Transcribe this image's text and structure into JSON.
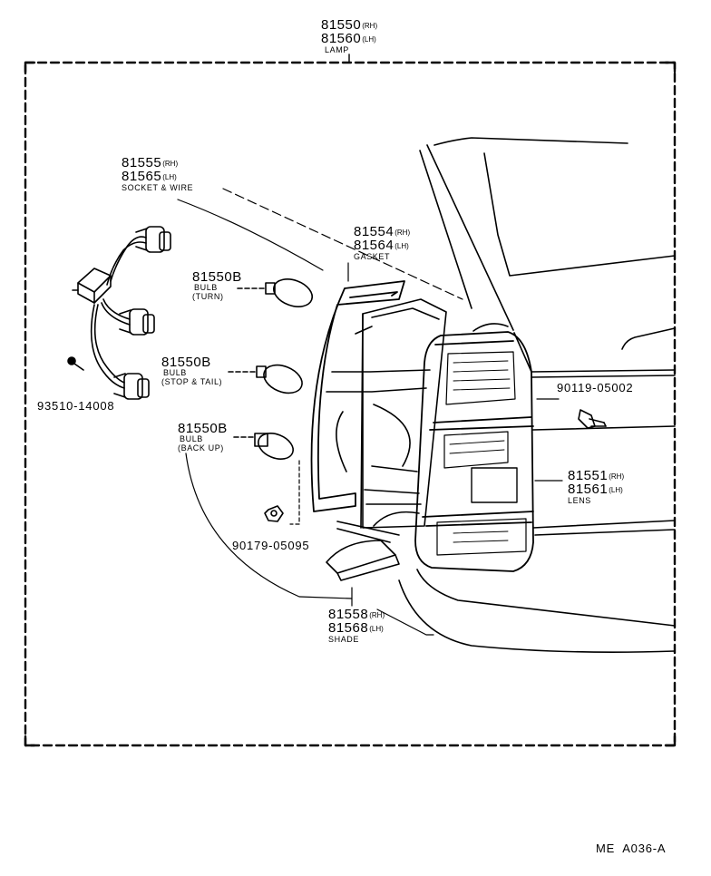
{
  "callouts": {
    "lamp": {
      "part_rh": "81550",
      "sfx_rh": "(RH)",
      "part_lh": "81560",
      "sfx_lh": "(LH)",
      "name": "LAMP"
    },
    "socket_wire": {
      "part_rh": "81555",
      "sfx_rh": "(RH)",
      "part_lh": "81565",
      "sfx_lh": "(LH)",
      "name": "SOCKET & WIRE"
    },
    "gasket": {
      "part_rh": "81554",
      "sfx_rh": "(RH)",
      "part_lh": "81564",
      "sfx_lh": "(LH)",
      "name": "GASKET"
    },
    "bulb_turn": {
      "part": "81550B",
      "name": "BULB",
      "sub": "(TURN)"
    },
    "bulb_stop_tail": {
      "part": "81550B",
      "name": "BULB",
      "sub": "(STOP & TAIL)"
    },
    "bulb_back_up": {
      "part": "81550B",
      "name": "BULB",
      "sub": "(BACK UP)"
    },
    "screw_93510": {
      "part": "93510-14008"
    },
    "bolt_90119": {
      "part": "90119-05002"
    },
    "nut_90179": {
      "part": "90179-05095"
    },
    "lens": {
      "part_rh": "81551",
      "sfx_rh": "(RH)",
      "part_lh": "81561",
      "sfx_lh": "(LH)",
      "name": "LENS"
    },
    "shade": {
      "part_rh": "81558",
      "sfx_rh": "(RH)",
      "part_lh": "81568",
      "sfx_lh": "(LH)",
      "name": "SHADE"
    }
  },
  "figure_code": "ME  A036-A"
}
